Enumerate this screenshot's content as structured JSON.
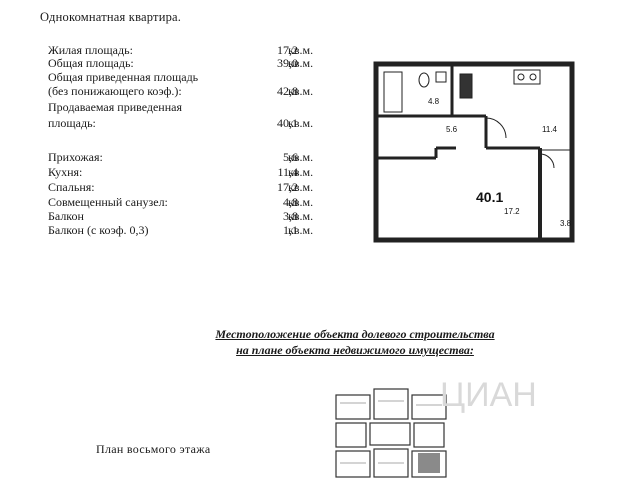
{
  "document": {
    "title": "Однокомнатная квартира.",
    "summary": [
      {
        "label": "Жилая площадь:",
        "value": "17,2",
        "unit": "кв.м."
      },
      {
        "label": "Общая площадь:",
        "value": "39,0",
        "unit": "кв.м."
      },
      {
        "label": "Общая приведенная площадь",
        "value": "",
        "unit": ""
      },
      {
        "label": "(без понижающего коэф.):",
        "value": "42,8",
        "unit": "кв.м."
      },
      {
        "label": "Продаваемая приведенная",
        "value": "",
        "unit": ""
      },
      {
        "label": "площадь:",
        "value": "40,1",
        "unit": "кв.м."
      }
    ],
    "rooms": [
      {
        "label": "Прихожая:",
        "value": "5,6",
        "unit": "кв.м."
      },
      {
        "label": "Кухня:",
        "value": "11,4",
        "unit": "кв.м."
      },
      {
        "label": "Спальня:",
        "value": "17,2",
        "unit": "кв.м."
      },
      {
        "label": "Совмещенный санузел:",
        "value": "4,8",
        "unit": "кв.м."
      },
      {
        "label": "Балкон",
        "value": "3,8",
        "unit": "кв.м."
      },
      {
        "label": "Балкон  (с коэф. 0,3)",
        "value": "1,1",
        "unit": "кв.м."
      }
    ],
    "plan_labels": {
      "bath": "4.8",
      "hall": "5.6",
      "kitchen": "11.4",
      "total": "40.1",
      "bedroom": "17.2",
      "balcony": "3.8"
    },
    "location_title_line1": "Местоположение объекта долевого строительства",
    "location_title_line2": "на плане объекта недвижимого имущества:",
    "floor_label": "План восьмого этажа",
    "watermark_text": "ЦИАН"
  }
}
